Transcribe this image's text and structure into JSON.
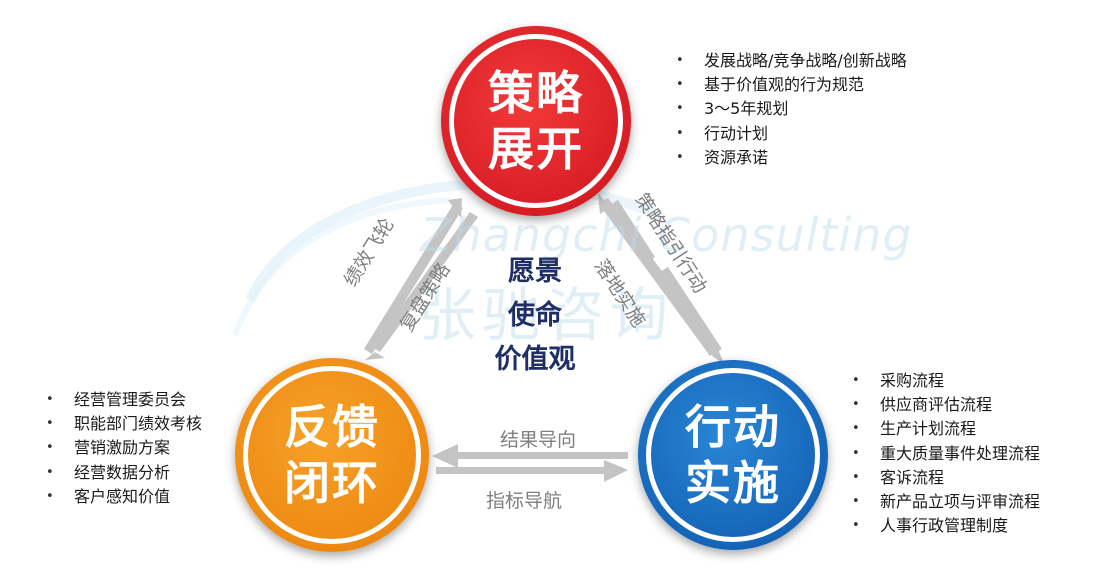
{
  "watermark": {
    "english": "Zhangchi Consulting",
    "chinese": "张驰咨询"
  },
  "center": {
    "line1": "愿景",
    "line2": "使命",
    "line3": "价值观"
  },
  "nodes": {
    "strategy": {
      "line1": "策略",
      "line2": "展开",
      "color": "#d81e25",
      "items": [
        "发展战略/竞争战略/创新战略",
        "基于价值观的行为规范",
        "3～5年规划",
        "行动计划",
        "资源承诺"
      ]
    },
    "action": {
      "line1": "行动",
      "line2": "实施",
      "color": "#1565b8",
      "items": [
        "采购流程",
        "供应商评估流程",
        "生产计划流程",
        "重大质量事件处理流程",
        "客诉流程",
        "新产品立项与评审流程",
        "人事行政管理制度"
      ]
    },
    "feedback": {
      "line1": "反馈",
      "line2": "闭环",
      "color": "#ee8a12",
      "items": [
        "经营管理委员会",
        "职能部门绩效考核",
        "营销激励方案",
        "经营数据分析",
        "客户感知价值"
      ]
    }
  },
  "edges": {
    "strategy_to_action_outer": "策略指引行动",
    "strategy_to_action_inner": "落地实施",
    "feedback_to_strategy_outer": "绩效飞轮",
    "feedback_to_strategy_inner": "复盘策略",
    "action_to_feedback_top": "结果导向",
    "action_to_feedback_bottom": "指标导航"
  },
  "arrow_color": "#b3b3b3"
}
